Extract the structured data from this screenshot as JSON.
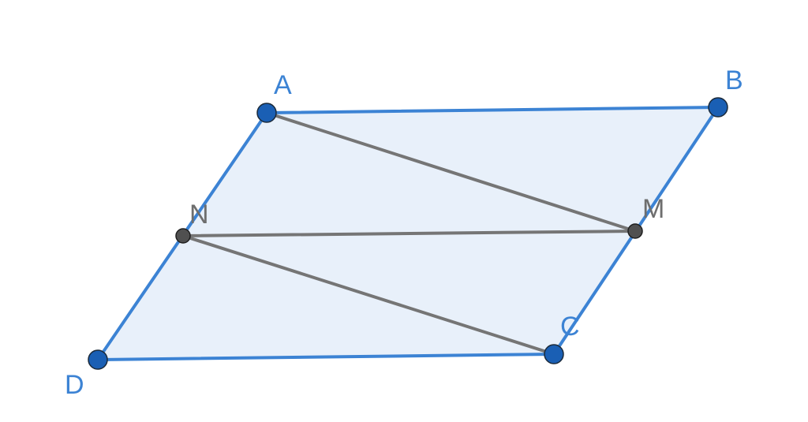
{
  "figure": {
    "colors": {
      "polygon_fill": "#e8f0fa",
      "polygon_stroke": "#3c83d4",
      "segment_stroke": "#757575",
      "free_point_fill": "#1a5fb4",
      "midpoint_fill": "#505050",
      "free_label_color": "#3c83d4",
      "midpoint_label_color": "#6e6e6e"
    },
    "labels": {
      "A": "A",
      "B": "B",
      "C": "C",
      "D": "D",
      "M": "M",
      "N": "N"
    }
  }
}
